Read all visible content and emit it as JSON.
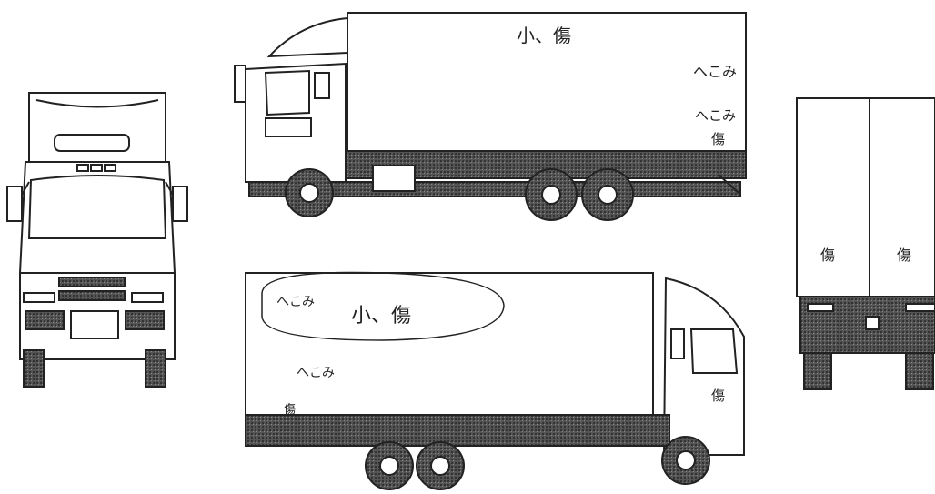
{
  "sheet": {
    "views": [
      {
        "id": "front",
        "notes": []
      },
      {
        "id": "left-side",
        "notes": [
          "小、傷",
          "へこみ",
          "へこみ",
          "傷"
        ]
      },
      {
        "id": "right-side",
        "notes": [
          "へこみ",
          "小、傷",
          "へこみ",
          "傷",
          "傷"
        ]
      },
      {
        "id": "rear",
        "notes": [
          "傷",
          "傷"
        ]
      }
    ]
  }
}
